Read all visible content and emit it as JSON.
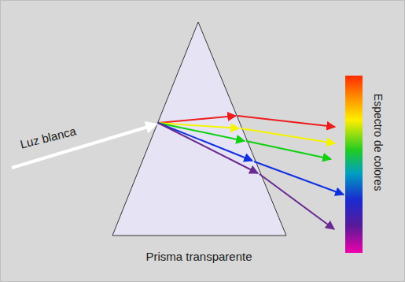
{
  "diagram": {
    "labels": [
      "Luz blanca",
      "Prisma transparente",
      "Espectro de colores"
    ]
  }
}
